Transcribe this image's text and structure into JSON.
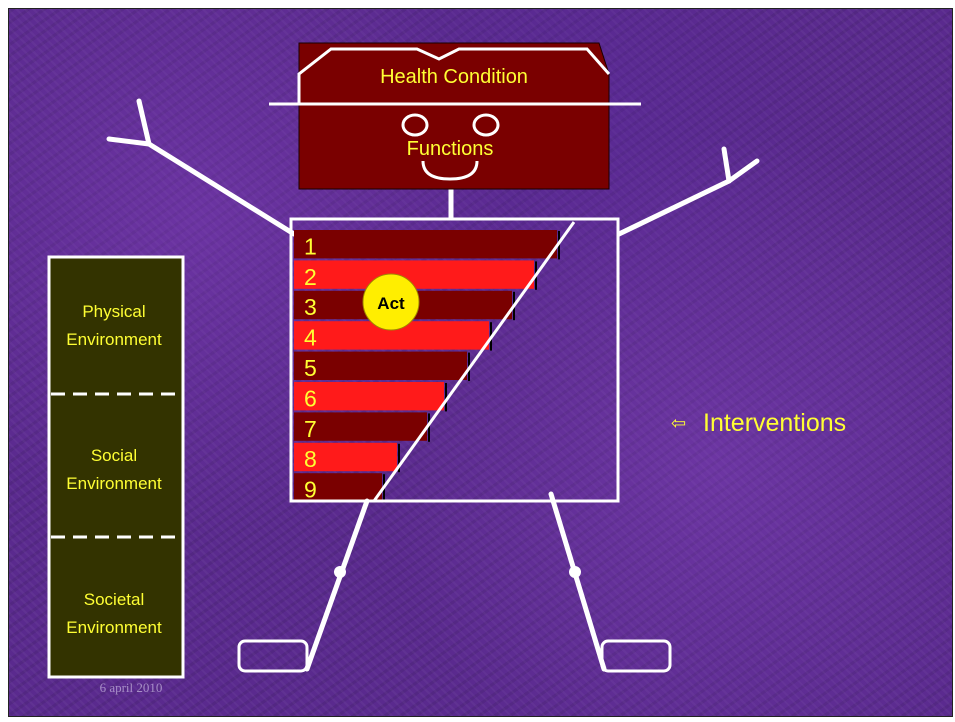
{
  "head": {
    "top_label": "Health Condition",
    "bottom_label": "Functions"
  },
  "body_levels": [
    "1",
    "2",
    "3",
    "4",
    "5",
    "6",
    "7",
    "8",
    "9"
  ],
  "act_label": "Act",
  "interventions": {
    "arrow": "⇦",
    "label": "Interventions"
  },
  "environment": [
    {
      "line1": "Physical",
      "line2": "Environment"
    },
    {
      "line1": "Social",
      "line2": "Environment"
    },
    {
      "line1": "Societal",
      "line2": "Environment"
    }
  ],
  "footer_date": "6 april 2010",
  "colors": {
    "dark_red": "#7a0000",
    "bright_red": "#ff1a1a",
    "text_yellow": "#ffff33",
    "act_fill": "#ffee00",
    "env_panel": "#333300",
    "outline": "#ffffff"
  }
}
